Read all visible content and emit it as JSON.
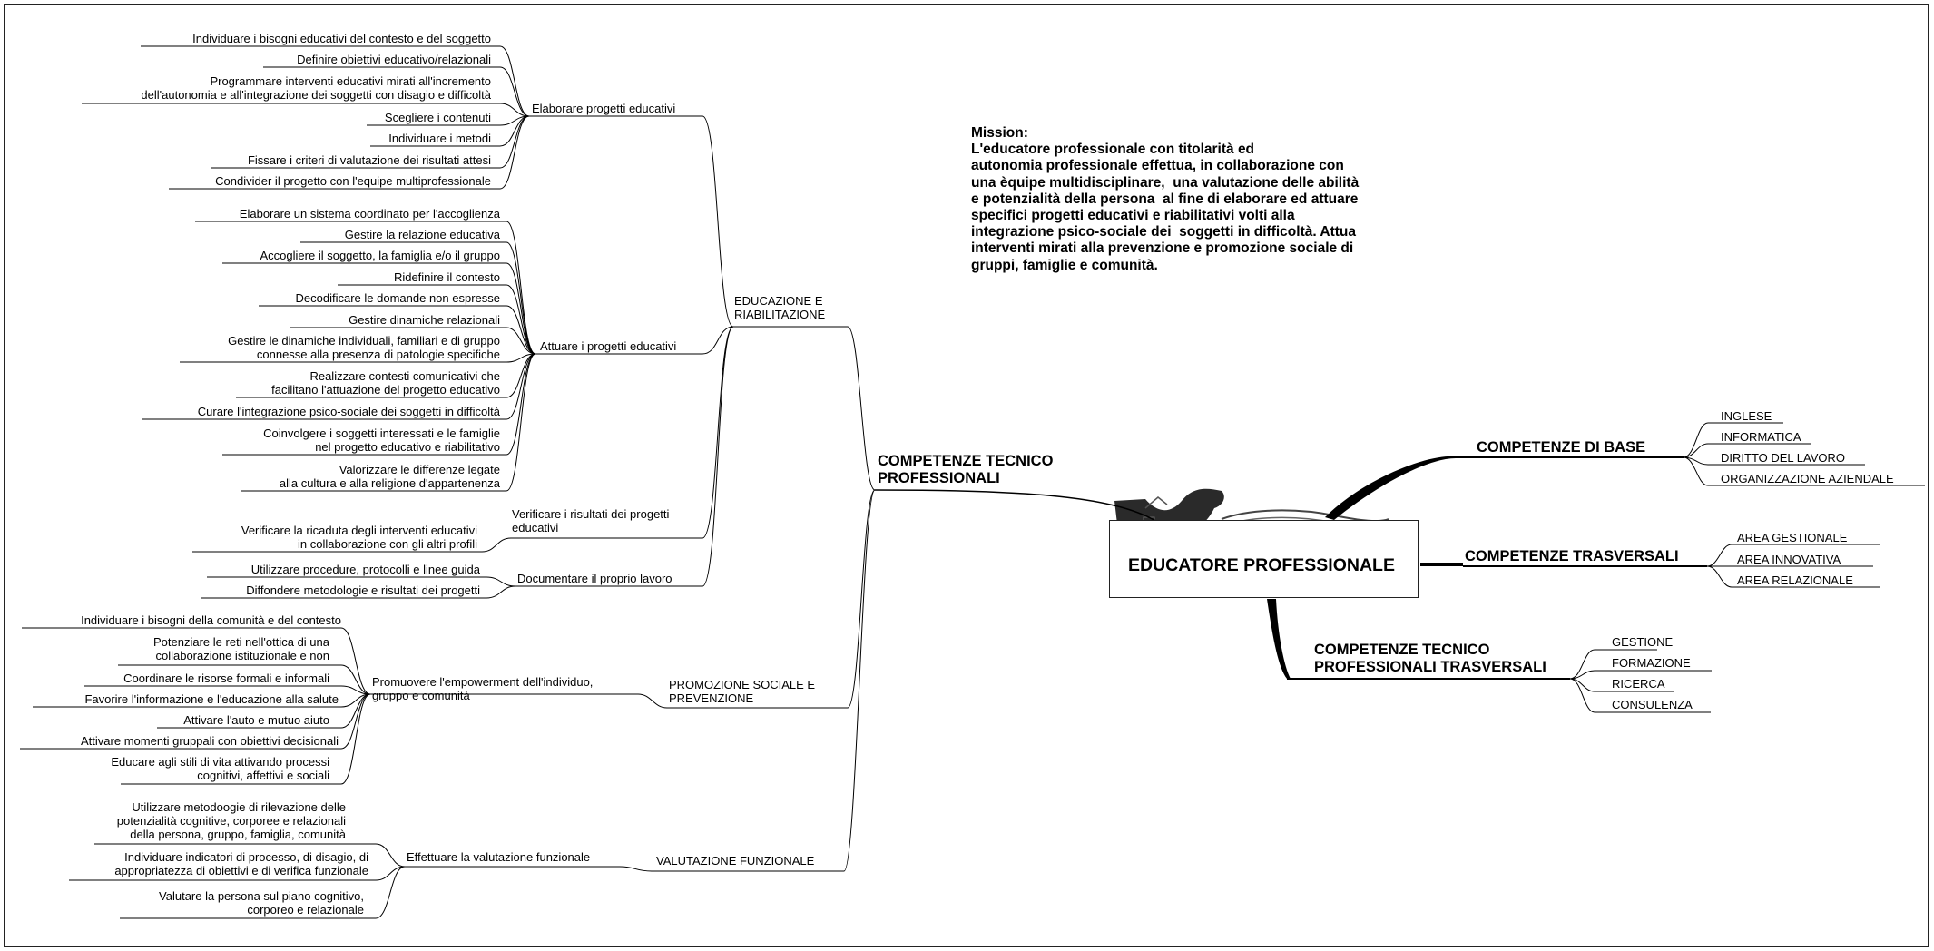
{
  "central": "EDUCATORE PROFESSIONALE",
  "mission": "Mission:\nL'educatore professionale con titolarità ed\nautonomia professionale effettua, in collaborazione con\nuna èquipe multidisciplinare,  una valutazione delle abilità\ne potenzialità della persona  al fine di elaborare ed attuare\nspecifici progetti educativi e riabilitativi volti alla\nintegrazione psico-sociale dei  soggetti in difficoltà. Attua\ninterventi mirati alla prevenzione e promozione sociale di\ngruppi, famiglie e comunità.",
  "right": {
    "base": {
      "label": "COMPETENZE DI BASE",
      "items": [
        "INGLESE",
        "INFORMATICA",
        "DIRITTO DEL LAVORO",
        "ORGANIZZAZIONE AZIENDALE"
      ]
    },
    "trasversali": {
      "label": "COMPETENZE TRASVERSALI",
      "items": [
        "AREA GESTIONALE",
        "AREA INNOVATIVA",
        "AREA RELAZIONALE"
      ]
    },
    "tecnico_trasversali": {
      "label": "COMPETENZE TECNICO\nPROFESSIONALI TRASVERSALI",
      "items": [
        "GESTIONE",
        "FORMAZIONE",
        "RICERCA",
        "CONSULENZA"
      ]
    }
  },
  "left": {
    "root": "COMPETENZE TECNICO\nPROFESSIONALI",
    "educazione": {
      "label": "EDUCAZIONE E\nRIABILITAZIONE",
      "elaborare": {
        "label": "Elaborare progetti educativi",
        "items": [
          "Individuare i bisogni educativi del contesto e del soggetto",
          "Definire obiettivi educativo/relazionali",
          "Programmare interventi educativi mirati all'incremento\ndell'autonomia e all'integrazione dei soggetti con disagio e difficoltà",
          "Scegliere i contenuti",
          "Individuare i metodi",
          "Fissare i criteri di valutazione dei risultati attesi",
          "Condivider il progetto con l'equipe multiprofessionale"
        ]
      },
      "attuare": {
        "label": "Attuare i progetti educativi",
        "items": [
          "Elaborare un sistema coordinato per l'accoglienza",
          "Gestire la relazione educativa",
          "Accogliere il soggetto, la famiglia e/o il gruppo",
          "Ridefinire il contesto",
          "Decodificare le domande non espresse",
          "Gestire dinamiche relazionali",
          "Gestire le dinamiche individuali, familiari e di gruppo\nconnesse alla presenza di patologie specifiche",
          "Realizzare contesti comunicativi che\nfacilitano l'attuazione del progetto educativo",
          "Curare l'integrazione psico-sociale dei soggetti in difficoltà",
          "Coinvolgere i soggetti interessati e le famiglie\nnel progetto educativo e riabilitativo",
          "Valorizzare le differenze legate\nalla cultura e alla religione d'appartenenza"
        ]
      },
      "verificare": {
        "label": "Verificare i risultati dei progetti\neducativi",
        "items": [
          "Verificare la ricaduta degli interventi educativi\nin collaborazione con gli altri profili"
        ]
      },
      "documentare": {
        "label": "Documentare il proprio lavoro",
        "items": [
          "Utilizzare procedure, protocolli e linee guida",
          "Diffondere metodologie e risultati dei progetti"
        ]
      }
    },
    "promozione": {
      "label": "PROMOZIONE SOCIALE E\nPREVENZIONE",
      "promuovere": {
        "label": "Promuovere l'empowerment dell'individuo,\ngruppo e comunità",
        "items": [
          "Individuare i bisogni della comunità e del contesto",
          "Potenziare le reti nell'ottica di una\ncollaborazione istituzionale e non",
          "Coordinare le risorse formali e informali",
          "Favorire l'informazione e l'educazione alla salute",
          "Attivare l'auto e mutuo aiuto",
          "Attivare momenti gruppali con obiettivi decisionali",
          "Educare agli stili di vita attivando processi\ncognitivi, affettivi e sociali"
        ]
      }
    },
    "valutazione": {
      "label": "VALUTAZIONE FUNZIONALE",
      "effettuare": {
        "label": "Effettuare la valutazione funzionale",
        "items": [
          "Utilizzare metodoogie di rilevazione delle\npotenzialità cognitive, corporee e relazionali\ndella persona, gruppo, famiglia, comunità",
          "Individuare indicatori di processo, di disagio, di\nappropriatezza di obiettivi e di verifica funzionale",
          "Valutare la persona sul piano cognitivo,\ncorporeo e relazionale"
        ]
      }
    }
  }
}
